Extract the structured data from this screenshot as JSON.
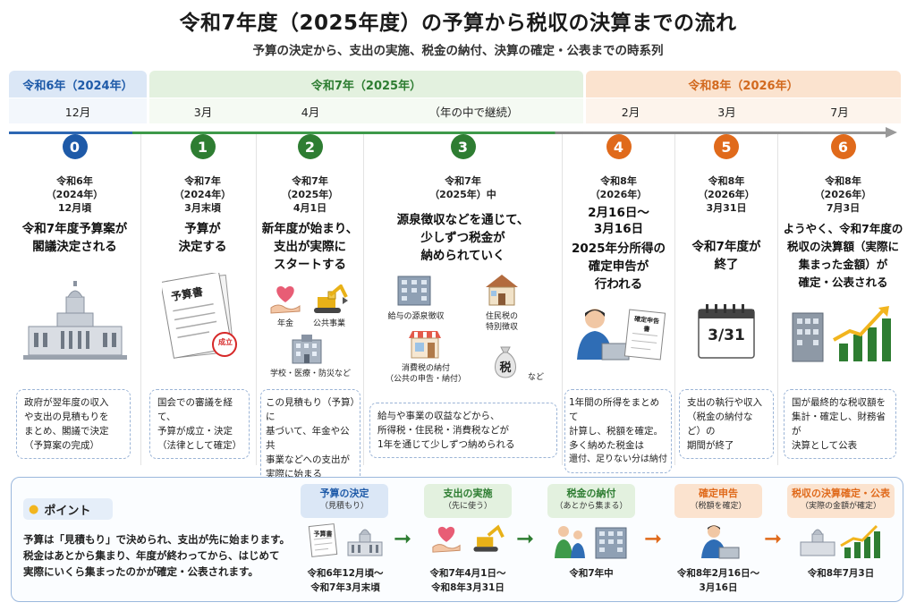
{
  "header": {
    "title": "令和7年度（2025年度）の予算から税収の決算までの流れ",
    "subtitle": "予算の決定から、支出の実施、税金の納付、決算の確定・公表までの時系列"
  },
  "eras": [
    {
      "label": "令和6年（2024年）",
      "color": "#1e5aa8",
      "bg": "#dbe7f6"
    },
    {
      "label": "令和7年（2025年）",
      "color": "#2e7d32",
      "bg": "#e3f1df"
    },
    {
      "label": "令和8年（2026年）",
      "color": "#d2691e",
      "bg": "#fbe3cf"
    }
  ],
  "months": [
    "12月",
    "3月",
    "4月",
    "（年の中で継続）",
    "2月",
    "3月",
    "7月"
  ],
  "steps": [
    {
      "num": "0",
      "date1": "令和6年",
      "date2": "（2024年）",
      "date3": "12月頃",
      "head1": "令和7年度予算案が",
      "head2": "閣議決定される",
      "head3": "",
      "head4": "",
      "note1": "政府が翌年度の収入",
      "note2": "や支出の見積もりを",
      "note3": "まとめ、閣議で決定",
      "note4": "（予算案の完成）",
      "note5": ""
    },
    {
      "num": "1",
      "date1": "令和7年",
      "date2": "（2024年）",
      "date3": "3月末頃",
      "head1": "予算が",
      "head2": "決定する",
      "head3": "",
      "head4": "",
      "note1": "国会での審議を経て、",
      "note2": "予算が成立・決定",
      "note3": "（法律として確定）",
      "note4": "",
      "note5": ""
    },
    {
      "num": "2",
      "date1": "令和7年",
      "date2": "（2025年）",
      "date3": "4月1日",
      "head1": "新年度が始まり、",
      "head2": "支出が実際に",
      "head3": "スタートする",
      "head4": "",
      "note1": "この見積もり（予算）に",
      "note2": "基づいて、年金や公共",
      "note3": "事業などへの支出が",
      "note4": "実際に始まる",
      "note5": ""
    },
    {
      "num": "3",
      "date1": "令和7年",
      "date2": "（2025年）中",
      "date3": "",
      "head1": "源泉徴収などを通じて、",
      "head2": "少しずつ税金が",
      "head3": "納められていく",
      "head4": "",
      "note1": "給与や事業の収益などから、",
      "note2": "所得税・住民税・消費税などが",
      "note3": "1年を通じて少しずつ納められる",
      "note4": "",
      "note5": ""
    },
    {
      "num": "4",
      "date1": "令和8年",
      "date2": "（2026年）",
      "date3": "2月16日～",
      "date4": "3月16日",
      "head1": "2025年分所得の",
      "head2": "確定申告が",
      "head3": "行われる",
      "head4": "",
      "note1": "1年間の所得をまとめて",
      "note2": "計算し、税額を確定。",
      "note3": "多く納めた税金は",
      "note4": "還付、足りない分は納付",
      "note5": ""
    },
    {
      "num": "5",
      "date1": "令和8年",
      "date2": "（2026年）",
      "date3": "3月31日",
      "head1": "令和7年度が",
      "head2": "終了",
      "head3": "",
      "head4": "",
      "note1": "支出の執行や収入",
      "note2": "（税金の納付など）の",
      "note3": "期間が終了",
      "note4": "",
      "note5": ""
    },
    {
      "num": "6",
      "date1": "令和8年",
      "date2": "（2026年）",
      "date3": "7月3日",
      "head1": "ようやく、令和7年度の",
      "head2": "税収の決算額（実際に",
      "head3": "集まった金額）が",
      "head4": "確定・公表される",
      "note1": "国が最終的な税収額を",
      "note2": "集計・確定し、財務省が",
      "note3": "決算として公表",
      "note4": "",
      "note5": ""
    }
  ],
  "labels": {
    "doc": "予算書",
    "stamp": "成立",
    "pension": "年金",
    "publicworks": "公共事業",
    "school": "学校・医療・防災など",
    "salary": "給与の源泉徴収",
    "resident1": "住民税の",
    "resident2": "特別徴収",
    "consume1": "消費税の納付",
    "consume2": "（公共の申告・納付）",
    "tax": "税",
    "etc": "など",
    "paper1": "確定申告",
    "paper2": "書",
    "cal": "3/31"
  },
  "point": {
    "title": "ポイント",
    "line1": "予算は「見積もり」で決められ、支出が先に始まります。",
    "line2": "税金はあとから集まり、年度が終わってから、はじめて",
    "line3": "実際にいくら集まったのかが確定・公表されます。"
  },
  "stages": [
    {
      "title": "予算の決定",
      "sub": "（見積もり）",
      "date1": "令和6年12月頃～",
      "date2": "令和7年3月末頃",
      "bg": "#dbe7f6"
    },
    {
      "title": "支出の実施",
      "sub": "（先に使う）",
      "date1": "令和7年4月1日～",
      "date2": "令和8年3月31日",
      "bg": "#e3f1df"
    },
    {
      "title": "税金の納付",
      "sub": "（あとから集まる）",
      "date1": "令和7年中",
      "date2": "",
      "bg": "#e3f1df"
    },
    {
      "title": "確定申告",
      "sub": "（税額を確定）",
      "date1": "令和8年2月16日～",
      "date2": "3月16日",
      "bg": "#fbe3cf"
    },
    {
      "title": "税収の決算確定・公表",
      "sub": "（実際の金額が確定）",
      "date1": "令和8年7月3日",
      "date2": "",
      "bg": "#fbe3cf"
    }
  ],
  "mini_doc": "予算書",
  "colors": {
    "blue": "#1e5aa8",
    "green": "#2e7d32",
    "orange": "#e06a1b",
    "gray": "#555"
  }
}
